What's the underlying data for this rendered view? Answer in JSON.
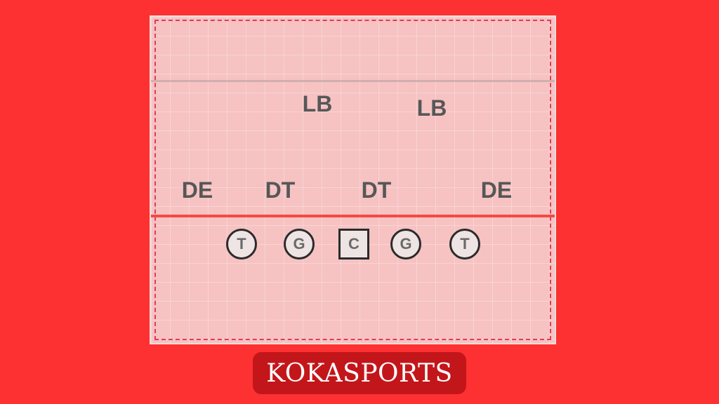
{
  "field": {
    "defense": [
      {
        "label": "LB"
      },
      {
        "label": "LB"
      },
      {
        "label": "DE"
      },
      {
        "label": "DT"
      },
      {
        "label": "DT"
      },
      {
        "label": "DE"
      }
    ],
    "offense": [
      {
        "label": "T",
        "shape": "circle"
      },
      {
        "label": "G",
        "shape": "circle"
      },
      {
        "label": "C",
        "shape": "square"
      },
      {
        "label": "G",
        "shape": "circle"
      },
      {
        "label": "T",
        "shape": "circle"
      }
    ]
  },
  "brand": {
    "name": "KOKASPORTS"
  },
  "colors": {
    "background": "#fd3131",
    "field": "#f6c2c2",
    "dashed_border": "#e23a55",
    "scrimmage_line": "#f34a43",
    "defense_text": "#575757",
    "brand_box": "#c3161b"
  }
}
